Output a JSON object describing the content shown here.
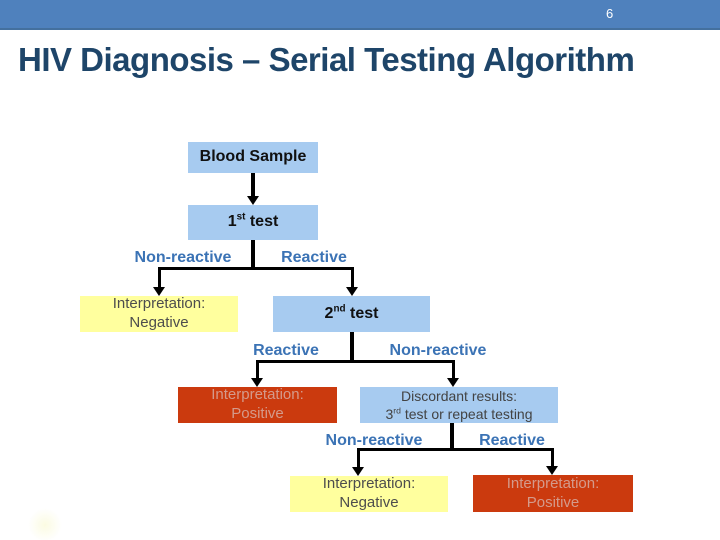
{
  "header": {
    "page_number": "6"
  },
  "title": "HIV Diagnosis – Serial Testing Algorithm",
  "colors": {
    "top_bar": "#4f81bd",
    "title_text": "#1e4569",
    "box_blue": "#a7cbf0",
    "box_yellow": "#ffff9e",
    "box_red": "#cb3a0e",
    "box_gray_text": "#4d4d4d",
    "box_red_text": "#d49a8b",
    "branch_label_blue": "#3b73b5",
    "connector": "#000000"
  },
  "flowchart": {
    "nodes": {
      "blood_sample": {
        "label": "Blood Sample"
      },
      "first_test": {
        "num": "1",
        "sup": "st",
        "rest": " test"
      },
      "interp_negative_1": {
        "line1": "Interpretation:",
        "line2": "Negative"
      },
      "second_test": {
        "num": "2",
        "sup": "nd",
        "rest": " test"
      },
      "interp_positive_1": {
        "line1": "Interpretation:",
        "line2": "Positive"
      },
      "discordant": {
        "line1": "Discordant results:",
        "line2_num": "3",
        "line2_sup": "rd",
        "line2_rest": " test or repeat testing"
      },
      "interp_negative_2": {
        "line1": "Interpretation:",
        "line2": "Negative"
      },
      "interp_positive_2": {
        "line1": "Interpretation:",
        "line2": "Positive"
      }
    },
    "branch_labels": {
      "level1_left": "Non-reactive",
      "level1_right": "Reactive",
      "level2_left": "Reactive",
      "level2_right": "Non-reactive",
      "level3_left": "Non-reactive",
      "level3_right": "Reactive"
    }
  }
}
